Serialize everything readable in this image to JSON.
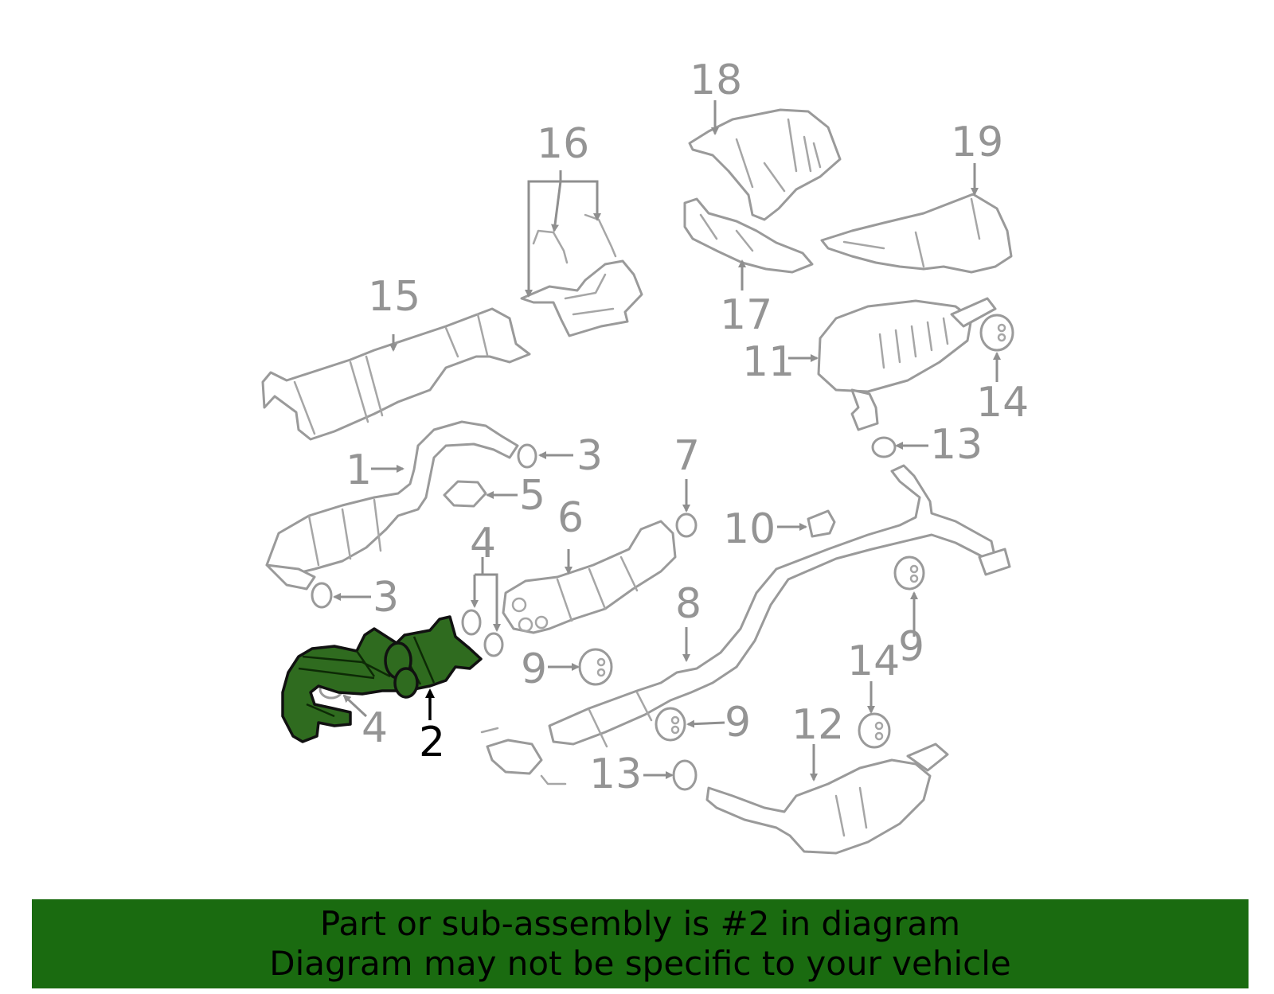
{
  "callouts": [
    {
      "id": "1",
      "label": "1"
    },
    {
      "id": "2",
      "label": "2"
    },
    {
      "id": "3a",
      "label": "3"
    },
    {
      "id": "3b",
      "label": "3"
    },
    {
      "id": "4a",
      "label": "4"
    },
    {
      "id": "4b",
      "label": "4"
    },
    {
      "id": "5",
      "label": "5"
    },
    {
      "id": "6",
      "label": "6"
    },
    {
      "id": "7",
      "label": "7"
    },
    {
      "id": "8",
      "label": "8"
    },
    {
      "id": "9a",
      "label": "9"
    },
    {
      "id": "9b",
      "label": "9"
    },
    {
      "id": "9c",
      "label": "9"
    },
    {
      "id": "10",
      "label": "10"
    },
    {
      "id": "11",
      "label": "11"
    },
    {
      "id": "12",
      "label": "12"
    },
    {
      "id": "13a",
      "label": "13"
    },
    {
      "id": "13b",
      "label": "13"
    },
    {
      "id": "14a",
      "label": "14"
    },
    {
      "id": "14b",
      "label": "14"
    },
    {
      "id": "15",
      "label": "15"
    },
    {
      "id": "16",
      "label": "16"
    },
    {
      "id": "17",
      "label": "17"
    },
    {
      "id": "18",
      "label": "18"
    },
    {
      "id": "19",
      "label": "19"
    }
  ],
  "highlight": {
    "part_number": "2",
    "color": "#2f6b1f"
  },
  "banner": {
    "line1": "Part or sub-assembly is #2 in diagram",
    "line2": "Diagram may not be specific to your vehicle",
    "background": "#1a6b10"
  }
}
